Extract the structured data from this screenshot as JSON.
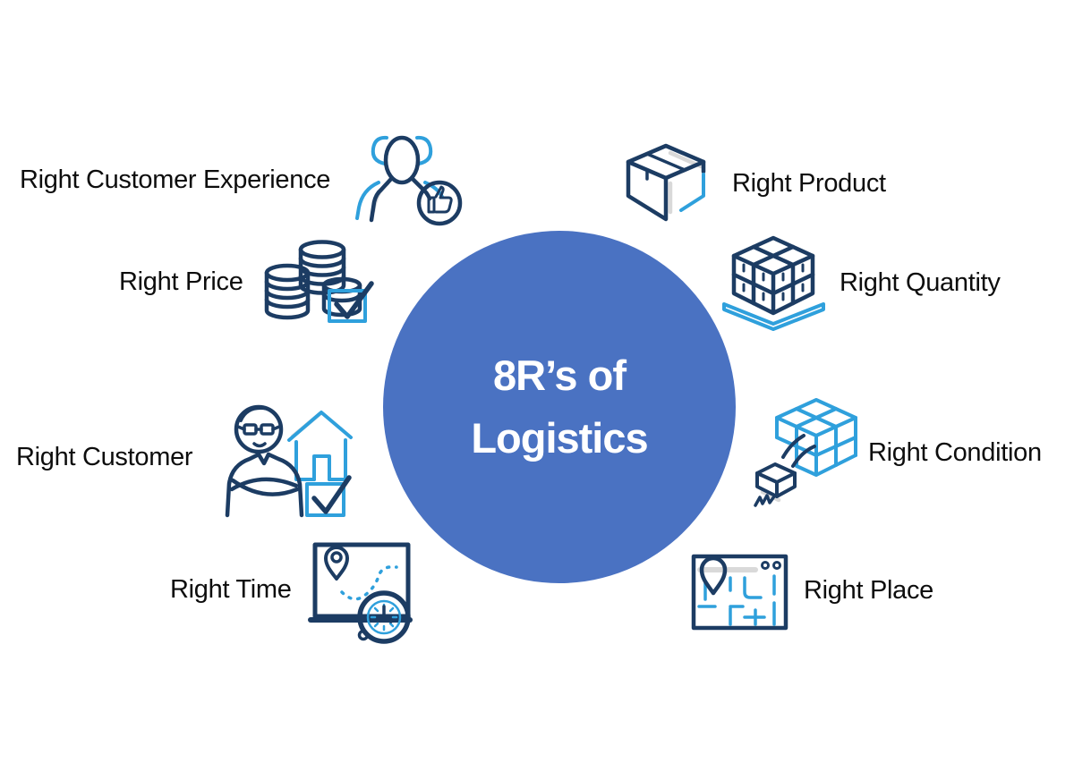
{
  "title": {
    "line1": "8R’s of",
    "line2": "Logistics"
  },
  "items": [
    {
      "label": "Right Customer Experience",
      "icon": "customer-experience-icon",
      "side": "left"
    },
    {
      "label": "Right Price",
      "icon": "price-coins-checkbox-icon",
      "side": "left"
    },
    {
      "label": "Right Customer",
      "icon": "customer-person-house-icon",
      "side": "left"
    },
    {
      "label": "Right Time",
      "icon": "time-map-clock-icon",
      "side": "left"
    },
    {
      "label": "Right Product",
      "icon": "product-box-icon",
      "side": "right"
    },
    {
      "label": "Right Quantity",
      "icon": "quantity-pallet-boxes-icon",
      "side": "right"
    },
    {
      "label": "Right Condition",
      "icon": "condition-damaged-box-icon",
      "side": "right"
    },
    {
      "label": "Right Place",
      "icon": "place-map-pin-icon",
      "side": "right"
    }
  ],
  "colors": {
    "background": "#ffffff",
    "circle_fill": "#4a72c2",
    "title_text": "#ffffff",
    "label_text": "#0d0d0d",
    "icon_dark": "#1c3c63",
    "icon_light": "#2fa0dc",
    "icon_shadow": "#d9d9d9"
  }
}
